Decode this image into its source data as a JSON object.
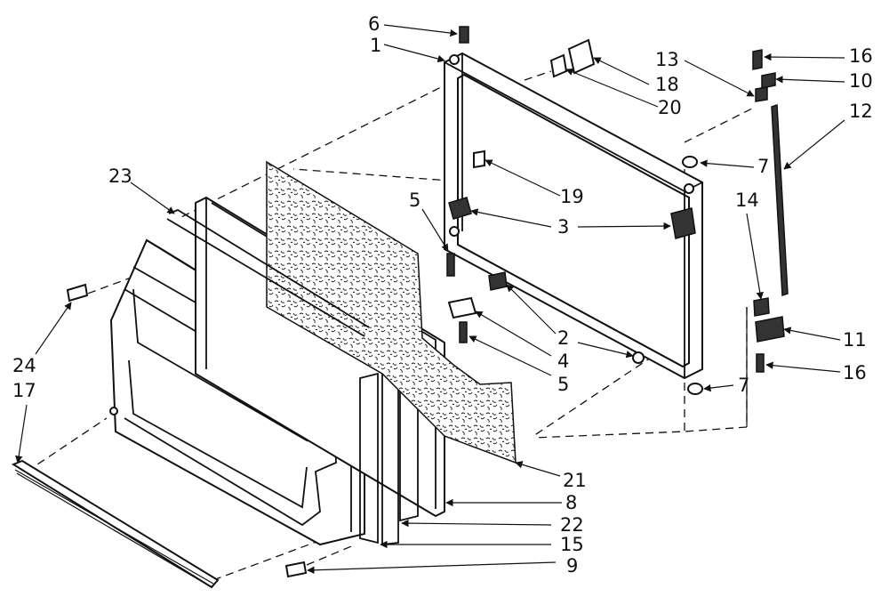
{
  "diagram": {
    "parts": [
      {
        "id": "p6",
        "number": "6"
      },
      {
        "id": "p1",
        "number": "1"
      },
      {
        "id": "p13",
        "number": "13"
      },
      {
        "id": "p18",
        "number": "18"
      },
      {
        "id": "p20",
        "number": "20"
      },
      {
        "id": "p16a",
        "number": "16"
      },
      {
        "id": "p10",
        "number": "10"
      },
      {
        "id": "p12",
        "number": "12"
      },
      {
        "id": "p7a",
        "number": "7"
      },
      {
        "id": "p19",
        "number": "19"
      },
      {
        "id": "p23",
        "number": "23"
      },
      {
        "id": "p5a",
        "number": "5"
      },
      {
        "id": "p3",
        "number": "3"
      },
      {
        "id": "p14",
        "number": "14"
      },
      {
        "id": "p2",
        "number": "2"
      },
      {
        "id": "p4",
        "number": "4"
      },
      {
        "id": "p5b",
        "number": "5"
      },
      {
        "id": "p11",
        "number": "11"
      },
      {
        "id": "p16b",
        "number": "16"
      },
      {
        "id": "p7b",
        "number": "7"
      },
      {
        "id": "p24",
        "number": "24"
      },
      {
        "id": "p17",
        "number": "17"
      },
      {
        "id": "p21",
        "number": "21"
      },
      {
        "id": "p8",
        "number": "8"
      },
      {
        "id": "p22",
        "number": "22"
      },
      {
        "id": "p15",
        "number": "15"
      },
      {
        "id": "p9",
        "number": "9"
      }
    ]
  }
}
